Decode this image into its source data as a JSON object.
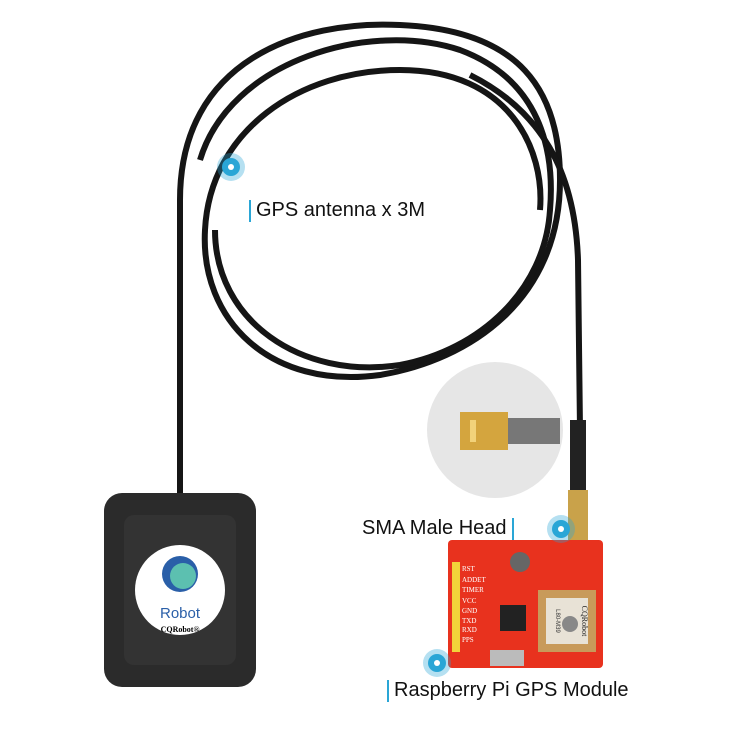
{
  "labels": {
    "antenna": "GPS antenna x 3M",
    "sma": "SMA Male Head",
    "module": "Raspberry Pi GPS Module"
  },
  "puck": {
    "logo_word": "Robot",
    "brand": "CQRobot®"
  },
  "module_board": {
    "pins": [
      "RST",
      "ADDET",
      "TIMER",
      "VCC",
      "GND",
      "TXD",
      "RXD",
      "PPS"
    ],
    "chip_brand": "CQRobot",
    "chip_model": "L80-M39"
  },
  "colors": {
    "accent": "#2aa6d6",
    "board": "#e8321e",
    "cable": "#111111"
  }
}
